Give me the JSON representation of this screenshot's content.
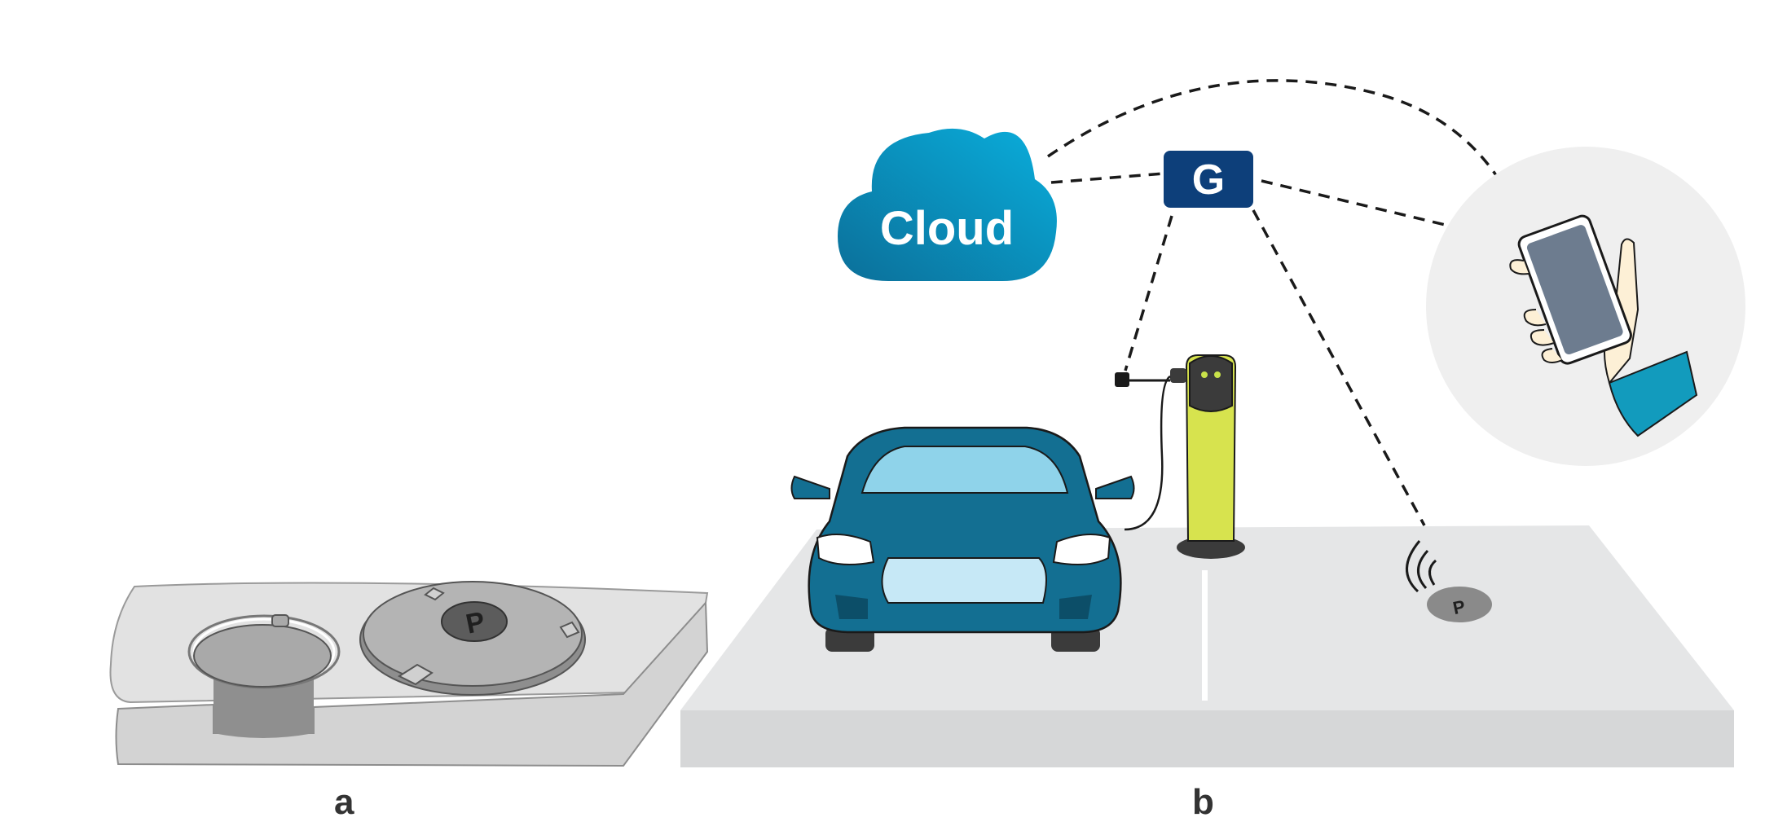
{
  "panels": {
    "a": {
      "label": "a"
    },
    "b": {
      "label": "b"
    }
  },
  "cloud": {
    "label": "Cloud"
  },
  "gateway": {
    "label": "G"
  },
  "parking_sensor": {
    "glyph": "P"
  },
  "colors": {
    "cloud_top": "#0aa8d8",
    "cloud_bottom": "#0b6f99",
    "gateway": "#0d3f7a",
    "car_body": "#136f92",
    "car_glass": "#8fd3ea",
    "charger": "#d7e34e",
    "ground": "#e4e5e6",
    "ground_side": "#d4d5d7",
    "phone_circle": "#efefef",
    "sleeve": "#129bbd"
  }
}
